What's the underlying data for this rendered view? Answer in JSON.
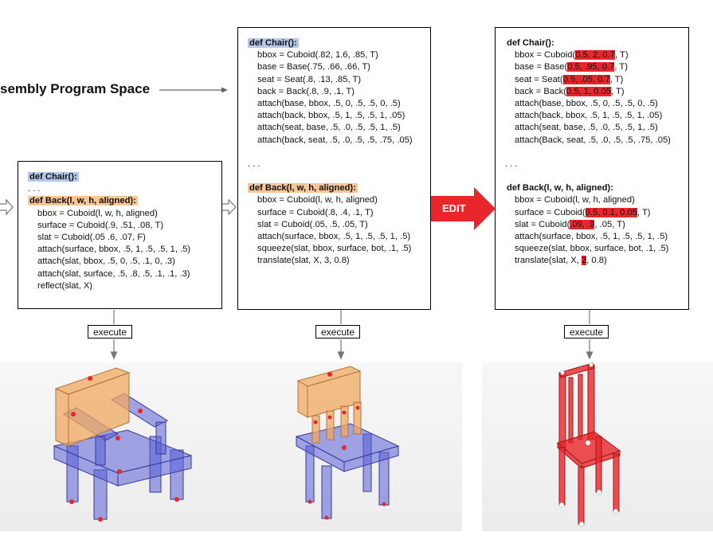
{
  "left_label": "sembly Program Space",
  "box_left": {
    "header_chair": "def Chair():",
    "dots": ". . .",
    "header_back": "def Back(l, w, h, aligned):",
    "lines": [
      "bbox = Cuboid(l, w, h, aligned)",
      "surface = Cuboid(.9, .51, .08, T)",
      "slat = Cuboid(.05 .6, .07, F)",
      "attach(surface, bbox, .5, 1, .5, .5, 1, .5)",
      "attach(slat, bbox, .5, 0, .5, .1, 0, .3)",
      "attach(slat, surface, .5, .8, .5, .1, .1, .3)",
      "reflect(slat, X)"
    ]
  },
  "box_mid": {
    "header_chair": "def Chair():",
    "chair_lines": [
      "bbox = Cuboid(.82, 1.6, .85, T)",
      "base = Base(.75, .66, .66, T)",
      "seat = Seat(.8, .13, .85, T)",
      "back = Back(.8, .9, .1, T)",
      "attach(base, bbox, .5, 0, .5, .5, 0, .5)",
      "attach(back, bbox, .5, 1, .5, .5, 1, .05)",
      "attach(seat, base, .5, .0, .5, .5, 1, .5)",
      "attach(back, seat, .5, .0, .5, .5, .75, .05)"
    ],
    "dots": ". . .",
    "header_back": "def Back(l, w, h, aligned):",
    "back_lines": [
      "bbox = Cuboid(l, w, h, aligned)",
      "surface = Cuboid(.8, .4, .1, T)",
      "slat = Cuboid(.05, .5, .05, T)",
      "attach(surface, bbox, .5, 1, .5, .5, 1, .5)",
      "squeeze(slat, bbox, surface, bot, .1, .5)",
      "translate(slat, X, 3, 0.8)"
    ]
  },
  "box_right": {
    "header_chair": "def Chair():",
    "bbox_pre": "bbox = Cuboid(",
    "bbox_red": "0.5, 2, 0.7",
    "bbox_post": ", T)",
    "base_pre": "base = Base(",
    "base_red": "0.5, .95, 0.7",
    "base_post": ", T)",
    "seat_pre": "seat = Seat(",
    "seat_red": "0.5, .05, 0.7",
    "seat_post": ", T)",
    "back_pre": "back = Back(",
    "back_red": "0.5, 1, 0.05",
    "back_post": ", T)",
    "attach_lines": [
      "attach(base, bbox, .5, 0, .5, .5, 0, .5)",
      "attach(back, bbox, .5, 1, .5, .5, 1, .05)",
      "attach(seat, base, .5, .0, .5, .5, 1, .5)",
      "attach(Back, seat, .5, .0, .5, .5, .75, .05)"
    ],
    "dots": ". . .",
    "header_back": "def Back(l, w, h, aligned):",
    "back_bbox": "bbox = Cuboid(l, w, h, aligned)",
    "surf_pre": "surface = Cuboid(",
    "surf_red": "0.5, 0.1, 0.05",
    "surf_post": ", T)",
    "slat_pre": "slat = Cuboid(",
    "slat_red": ".09, .9",
    "slat_post": ", .05, T)",
    "line_attach": "attach(surface, bbox, .5, 1, .5, .5, 1, .5)",
    "line_squeeze": "squeeze(slat, bbox, surface, bot, .1, .5)",
    "trans_pre": "translate(slat, X, ",
    "trans_red": "2",
    "trans_post": ", 0.8)"
  },
  "edit_label": "EDIT",
  "execute_label": "execute",
  "colors": {
    "blue_highlight": "#b4c7e8",
    "orange_highlight": "#f6c697",
    "edit_red": "#e8262b",
    "chair_blue": "#5a5fd6",
    "chair_orange": "#f0a860"
  }
}
